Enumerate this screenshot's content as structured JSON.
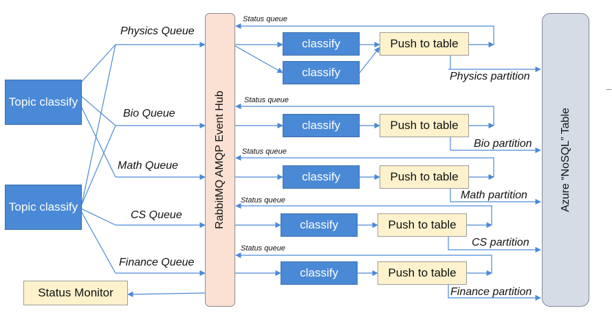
{
  "colors": {
    "line": "#4a89d6",
    "blue_box": "#4a89d6",
    "yellow_box": "#fdf2cc",
    "hub": "#fbe1d4",
    "azure": "#d6dce6"
  },
  "topic_boxes": [
    "Topic classify",
    "Topic classify"
  ],
  "status_monitor": "Status Monitor",
  "hub_label": "RabbitMQ AMQP Event Hub",
  "table_label": "Azure “NoSQL” Table",
  "queues": [
    {
      "label": "Physics Queue"
    },
    {
      "label": "Bio Queue"
    },
    {
      "label": "Math Queue"
    },
    {
      "label": "CS Queue"
    },
    {
      "label": "Finance Queue"
    }
  ],
  "status_queue_label": "Status queue",
  "classify_label": "classify",
  "push_label": "Push to table",
  "partitions": [
    "Physics partition",
    "Bio partition",
    "Math partition",
    "CS partition",
    "Finance partition"
  ]
}
